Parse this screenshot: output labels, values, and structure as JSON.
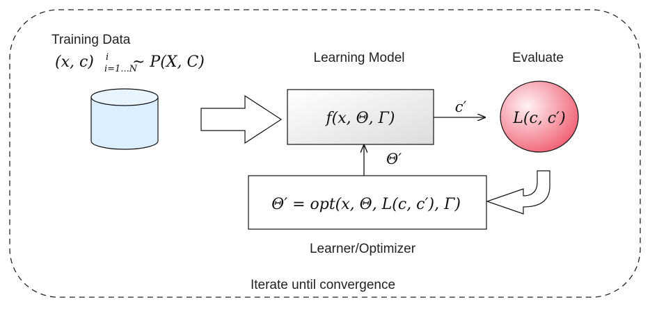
{
  "training": {
    "title": "Training Data",
    "formula_base": "(x, c)",
    "formula_sup": "i",
    "formula_sub": "i=1...N",
    "formula_tail": "~ P(X, C)"
  },
  "learning_model": {
    "title": "Learning Model",
    "formula": "f(x, Θ, Γ)"
  },
  "output_label": "c′",
  "evaluate": {
    "title": "Evaluate",
    "formula": "L(c, c′)"
  },
  "feedback_label": "Θ′",
  "optimizer": {
    "title": "Learner/Optimizer",
    "formula": "Θ′ = opt(x, Θ, L(c, c′), Γ)"
  },
  "loop_label": "Iterate until convergence",
  "colors": {
    "model_fill_light": "#ffffff",
    "model_fill_dark": "#dcdcdc",
    "eval_fill_light": "#fff2f4",
    "eval_fill_dark": "#ef5a6e",
    "cylinder_fill": "#dcefff",
    "stroke": "#111111"
  }
}
